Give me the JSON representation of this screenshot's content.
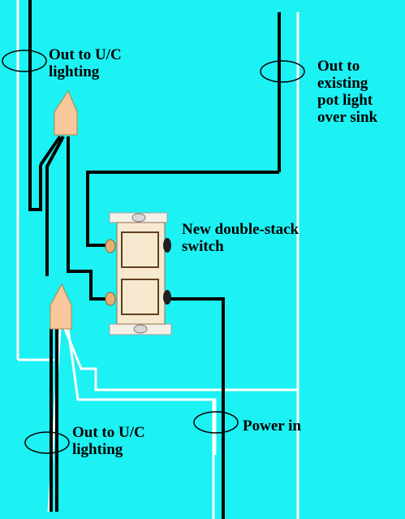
{
  "labels": {
    "uc_top": "Out to U/C\nlighting",
    "pot_light": "Out to\nexisting\npot light\nover sink",
    "switch": "New double-stack\nswitch",
    "uc_bottom": "Out to U/C\nlighting",
    "power_in": "Power in"
  },
  "colors": {
    "background": "#1CF1F3",
    "hot_wire": "#000000",
    "neutral_wire": "#FFFFFF",
    "wire_nut": "#F8C89C",
    "switch_body": "#F6E9CF",
    "terminal_brass": "#E8B070"
  }
}
